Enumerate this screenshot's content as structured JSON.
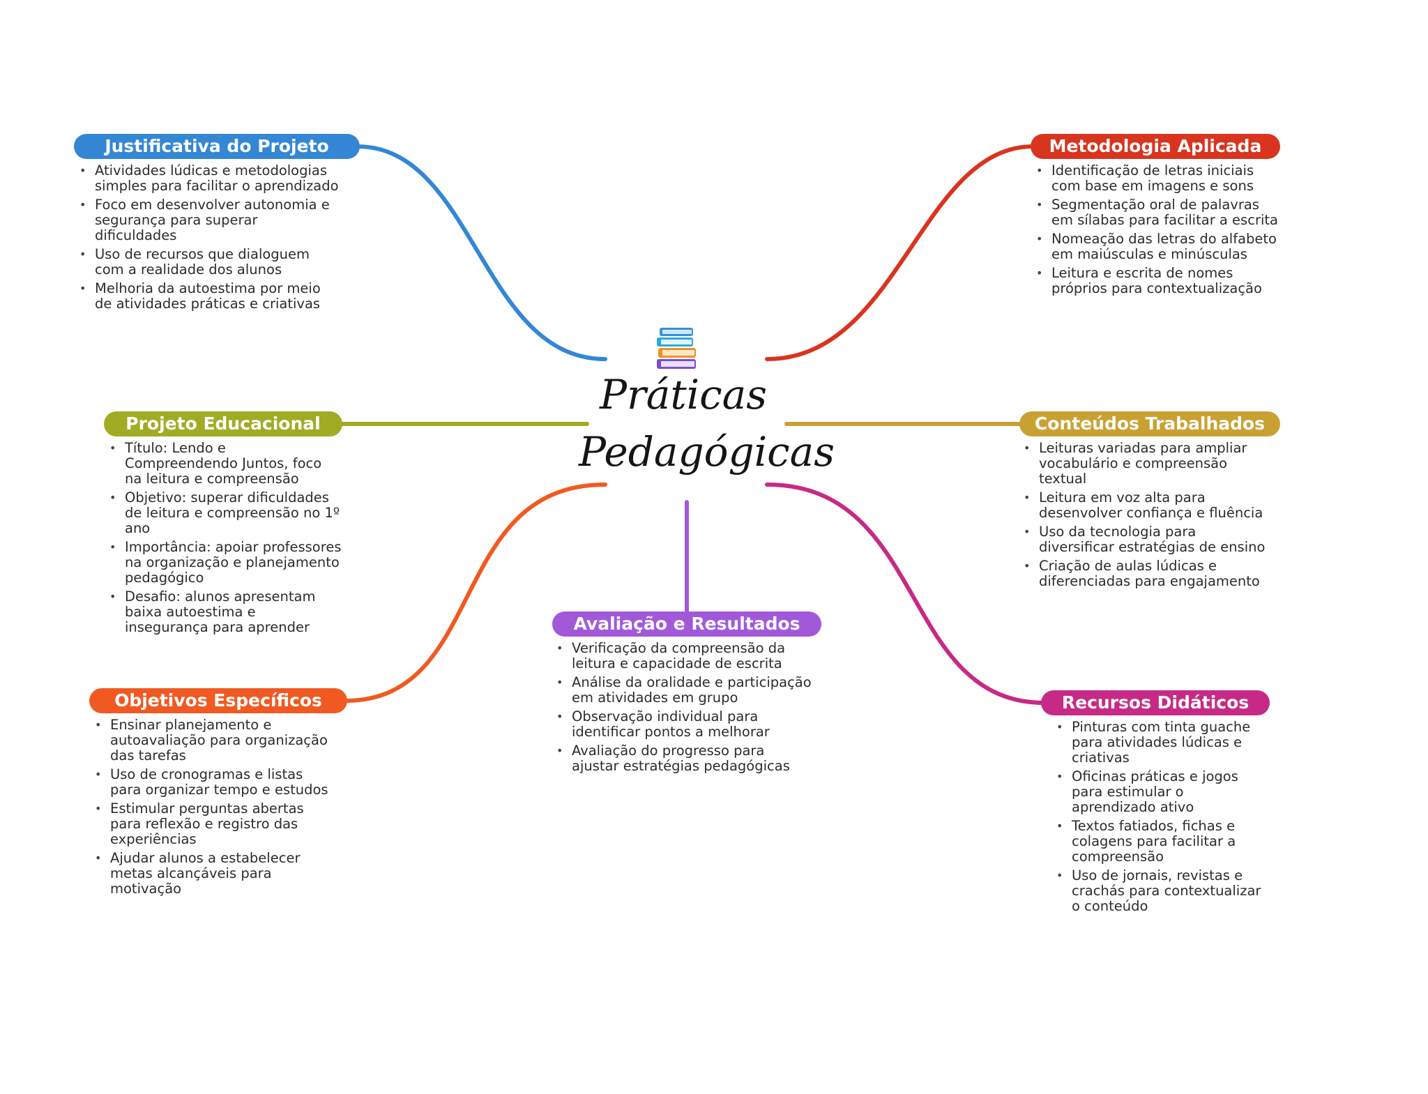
{
  "center": {
    "title_line1": "Práticas",
    "title_line2": "Pedagógicas",
    "icon": "books-icon"
  },
  "branches": [
    {
      "id": "justificativa",
      "title": "Justificativa do Projeto",
      "color": "#3387d4",
      "items": [
        "Atividades lúdicas e metodologias simples para facilitar o aprendizado",
        "Foco em desenvolver autonomia e segurança para superar dificuldades",
        "Uso de recursos que dialoguem com a realidade dos alunos",
        "Melhoria da autoestima por meio de atividades práticas e criativas"
      ]
    },
    {
      "id": "metodologia",
      "title": "Metodologia Aplicada",
      "color": "#d8341e",
      "items": [
        "Identificação de letras iniciais com base em imagens e sons",
        "Segmentação oral de palavras em sílabas para facilitar a escrita",
        "Nomeação das letras do alfabeto em maiúsculas e minúsculas",
        "Leitura e escrita de nomes próprios para contextualização"
      ]
    },
    {
      "id": "projeto",
      "title": "Projeto Educacional",
      "color": "#a0ac24",
      "items": [
        "Título: Lendo e Compreendendo Juntos, foco na leitura e compreensão",
        "Objetivo: superar dificuldades de leitura e compreensão no 1º ano",
        "Importância: apoiar professores na organização e planejamento pedagógico",
        "Desafio: alunos apresentam baixa autoestima e insegurança para aprender"
      ]
    },
    {
      "id": "conteudos",
      "title": "Conteúdos Trabalhados",
      "color": "#c9a133",
      "items": [
        "Leituras variadas para ampliar vocabulário e compreensão textual",
        "Leitura em voz alta para desenvolver confiança e fluência",
        "Uso da tecnologia para diversificar estratégias de ensino",
        "Criação de aulas lúdicas e diferenciadas para engajamento"
      ]
    },
    {
      "id": "objetivos",
      "title": "Objetivos Específicos",
      "color": "#f05a22",
      "items": [
        "Ensinar planejamento e autoavaliação para organização das tarefas",
        "Uso de cronogramas e listas para organizar tempo e estudos",
        "Estimular perguntas abertas para reflexão e registro das experiências",
        "Ajudar alunos a estabelecer metas alcançáveis para motivação"
      ]
    },
    {
      "id": "avaliacao",
      "title": "Avaliação e Resultados",
      "color": "#a259d9",
      "items": [
        "Verificação da compreensão da leitura e capacidade de escrita",
        "Análise da oralidade e participação em atividades em grupo",
        "Observação individual para identificar pontos a melhorar",
        "Avaliação do progresso para ajustar estratégias pedagógicas"
      ]
    },
    {
      "id": "recursos",
      "title": "Recursos Didáticos",
      "color": "#c62a86",
      "items": [
        "Pinturas com tinta guache para atividades lúdicas e criativas",
        "Oficinas práticas e jogos para estimular o aprendizado ativo",
        "Textos fatiados, fichas e colagens para facilitar a compreensão",
        "Uso de jornais, revistas e crachás para contextualizar o conteúdo"
      ]
    }
  ]
}
